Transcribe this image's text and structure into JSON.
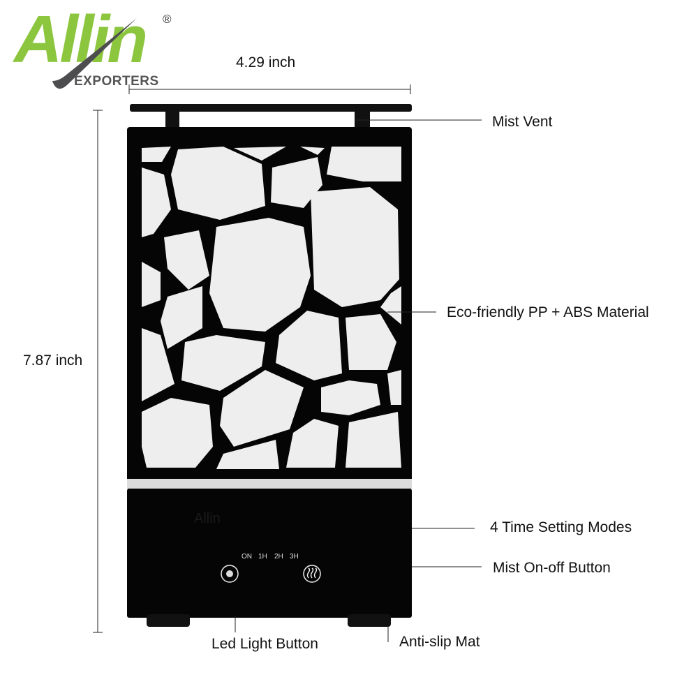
{
  "logo": {
    "brand": "Allin",
    "subtitle": "EXPORTERS",
    "registered": "®"
  },
  "dimensions": {
    "width": "4.29 inch",
    "height": "7.87 inch"
  },
  "callouts": {
    "mist_vent": "Mist Vent",
    "material": "Eco-friendly PP + ABS Material",
    "time_modes": "4 Time Setting Modes",
    "mist_button": "Mist On-off Button",
    "led_button": "Led Light Button",
    "anti_slip": "Anti-slip Mat"
  },
  "device_panel": {
    "timer_labels": [
      "ON",
      "1H",
      "2H",
      "3H"
    ],
    "embossed_brand": "Allin"
  },
  "colors": {
    "brand_green": "#8cc63f",
    "device_body": "#050505",
    "panel_light": "#eeeeee"
  }
}
